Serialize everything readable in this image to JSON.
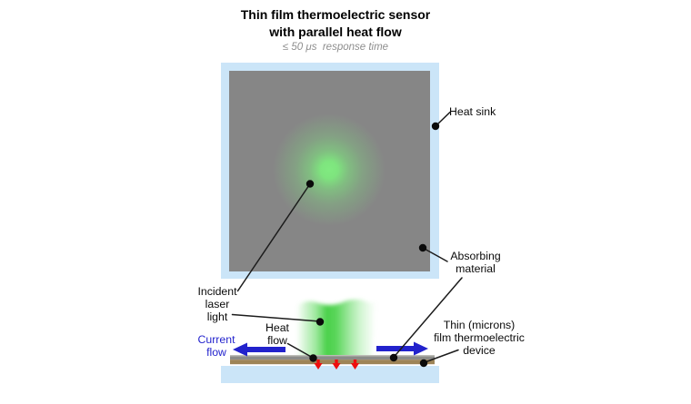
{
  "title": {
    "line1": "Thin film thermoelectric sensor",
    "line2": "with parallel heat flow",
    "subtitle": "≤ 50 μs  response time"
  },
  "labels": {
    "heat_sink": "Heat sink",
    "absorbing_material": [
      "Absorbing",
      "material"
    ],
    "incident_laser": [
      "Incident",
      "laser",
      "light"
    ],
    "heat_flow": [
      "Heat",
      "flow"
    ],
    "current_flow": [
      "Current",
      "flow"
    ],
    "te_device": [
      "Thin (microns)",
      "film thermoelectric",
      "device"
    ]
  },
  "colors": {
    "heat_sink_blue": "#cbe5f8",
    "absorber_gray": "#868686",
    "laser_green": "#7ee97e",
    "beam_green": "#46cf46",
    "current_arrow_blue": "#2222cc",
    "current_text_blue": "#2323cd",
    "heat_arrow_red": "#ee0d0d",
    "film_absorber_gray": "#8b8b88",
    "film_thermoelectric_tan": "#9e8457",
    "subtitle_gray": "#8e8e8e",
    "text_black": "#0a0a0a"
  }
}
